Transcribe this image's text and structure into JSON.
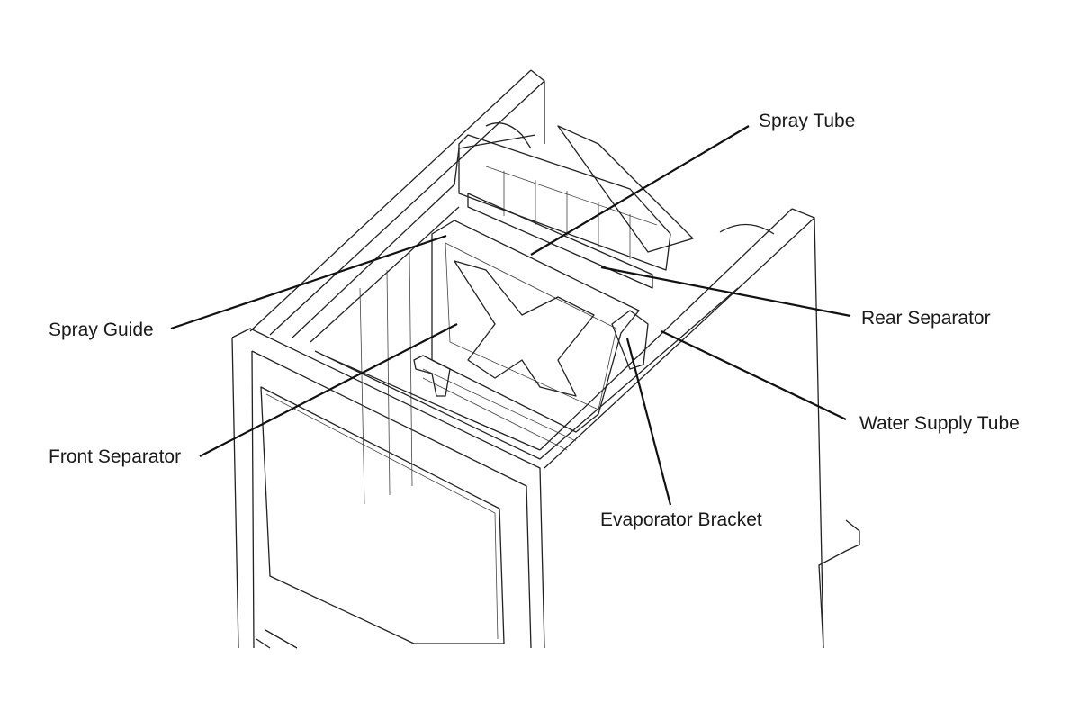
{
  "diagram": {
    "labels": {
      "spray_tube": "Spray Tube",
      "rear_separator": "Rear Separator",
      "spray_guide": "Spray Guide",
      "water_supply_tube": "Water Supply Tube",
      "front_separator": "Front Separator",
      "evaporator_bracket": "Evaporator Bracket"
    }
  }
}
